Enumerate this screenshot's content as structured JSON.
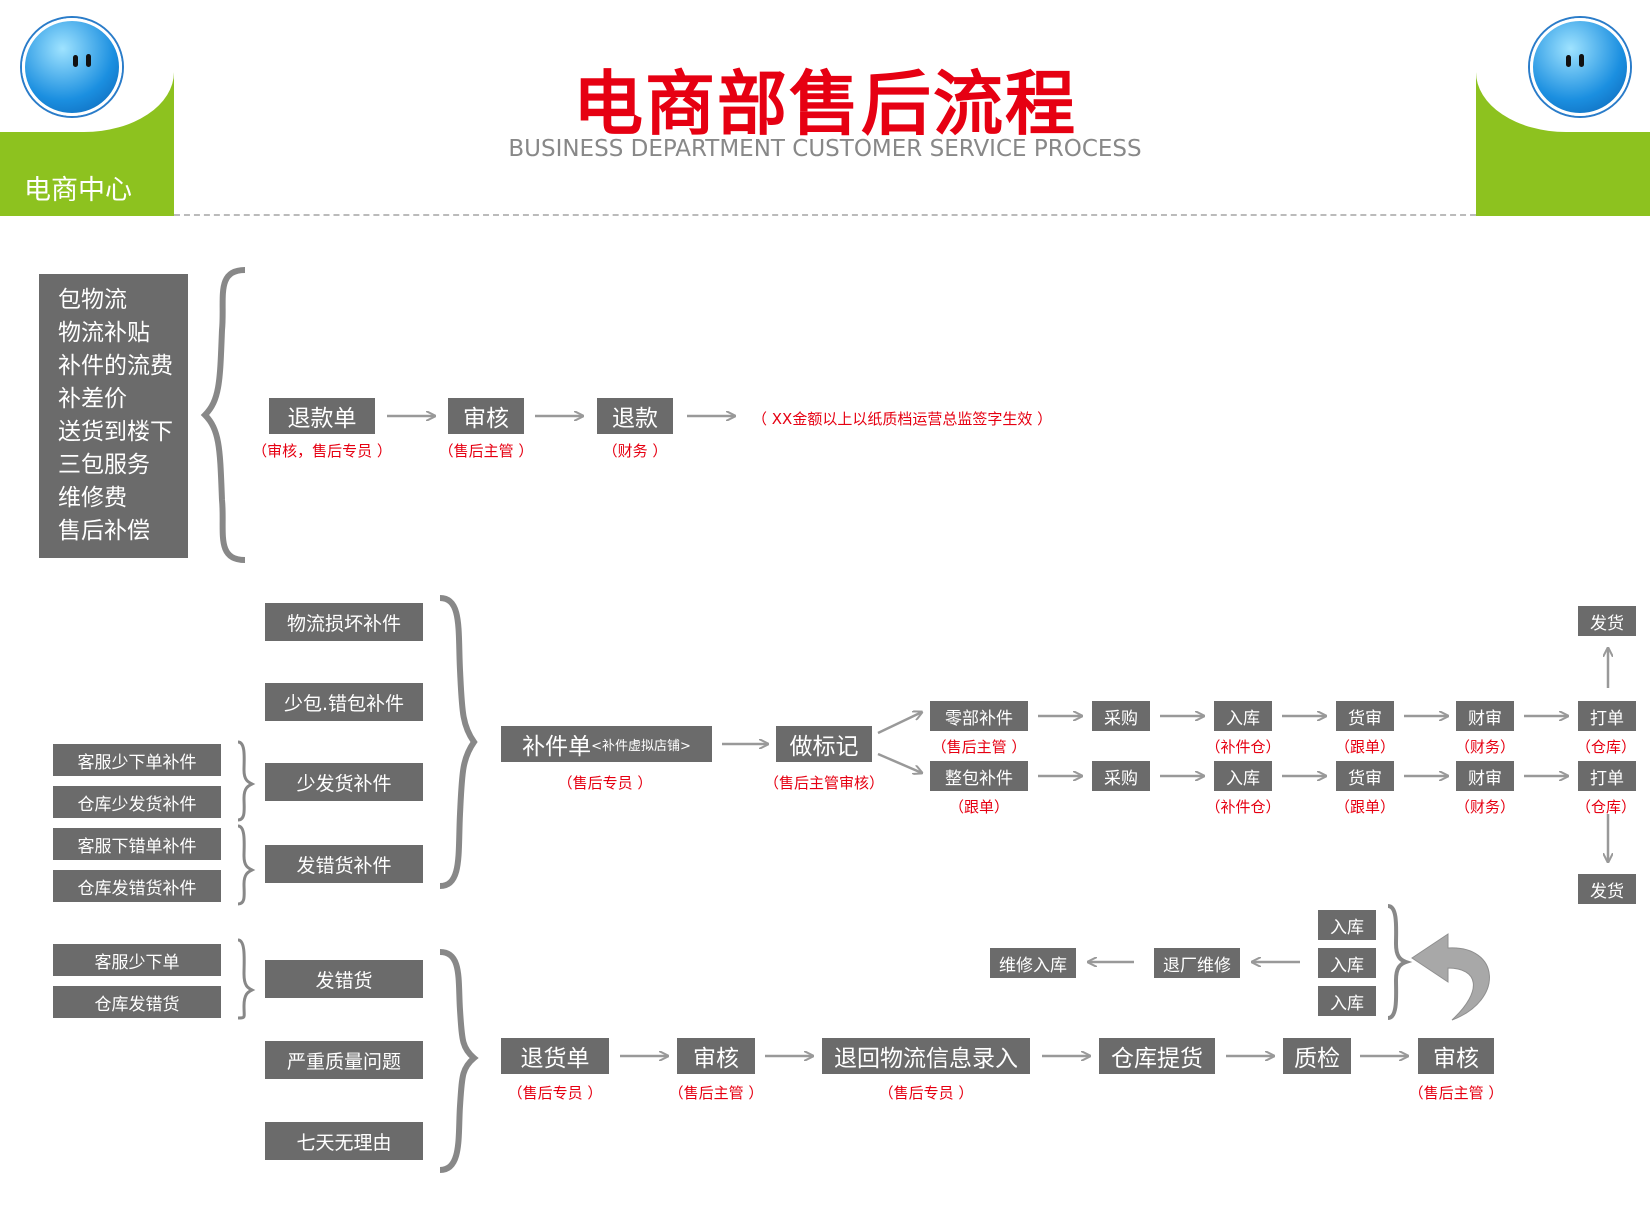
{
  "header": {
    "title": "电商部售后流程",
    "subtitle": "BUSINESS DEPARTMENT CUSTOMER SERVICE PROCESS",
    "corner_label": "电商中心"
  },
  "colors": {
    "red": "#e60012",
    "box": "#6b6b6b",
    "green": "#8dc21f",
    "arrow": "#999999"
  },
  "section1": {
    "list": [
      "包物流",
      "物流补贴",
      "补件的流费",
      "补差价",
      "送货到楼下",
      "三包服务",
      "维修费",
      "售后补偿"
    ],
    "steps": [
      {
        "label": "退款单",
        "role": "（审核，售后专员 ）"
      },
      {
        "label": "审核",
        "role": "（售后主管 ）"
      },
      {
        "label": "退款",
        "role": "（财务 ）"
      }
    ],
    "note": "（ XX金额以上以纸质档运营总监签字生效 ）"
  },
  "section2": {
    "small_items": [
      "客服少下单补件",
      "仓库少发货补件",
      "客服下错单补件",
      "仓库发错货补件"
    ],
    "types": [
      "物流损坏补件",
      "少包.错包补件",
      "少发货补件",
      "发错货补件"
    ],
    "order": {
      "label": "补件单",
      "sub": "<补件虚拟店铺>",
      "role": "（售后专员 ）"
    },
    "mark": {
      "label": "做标记",
      "role": "（售后主管审核）"
    },
    "row1": {
      "items": [
        "零部补件",
        "采购",
        "入库",
        "货审",
        "财审",
        "打单"
      ],
      "roles": [
        "（售后主管 ）",
        "",
        "（补件仓）",
        "（跟单）",
        "（财务）",
        "（仓库）"
      ]
    },
    "row2": {
      "items": [
        "整包补件",
        "采购",
        "入库",
        "货审",
        "财审",
        "打单"
      ],
      "roles": [
        "（跟单）",
        "",
        "（补件仓）",
        "（跟单）",
        "（财务）",
        "（仓库）"
      ]
    },
    "ship_top": "发货",
    "ship_bottom": "发货"
  },
  "section3": {
    "small_items": [
      "客服少下单",
      "仓库发错货"
    ],
    "types": [
      "发错货",
      "严重质量问题",
      "七天无理由"
    ],
    "steps": [
      {
        "label": "退货单",
        "role": "（售后专员 ）"
      },
      {
        "label": "审核",
        "role": "（售后主管 ）"
      },
      {
        "label": "退回物流信息录入",
        "role": "（售后专员 ）"
      },
      {
        "label": "仓库提货",
        "role": ""
      },
      {
        "label": "质检",
        "role": ""
      },
      {
        "label": "审核",
        "role": "（售后主管 ）"
      }
    ],
    "stock": [
      "入库",
      "入库",
      "入库"
    ],
    "repair_return": "退厂维修",
    "repair_stock": "维修入库"
  }
}
